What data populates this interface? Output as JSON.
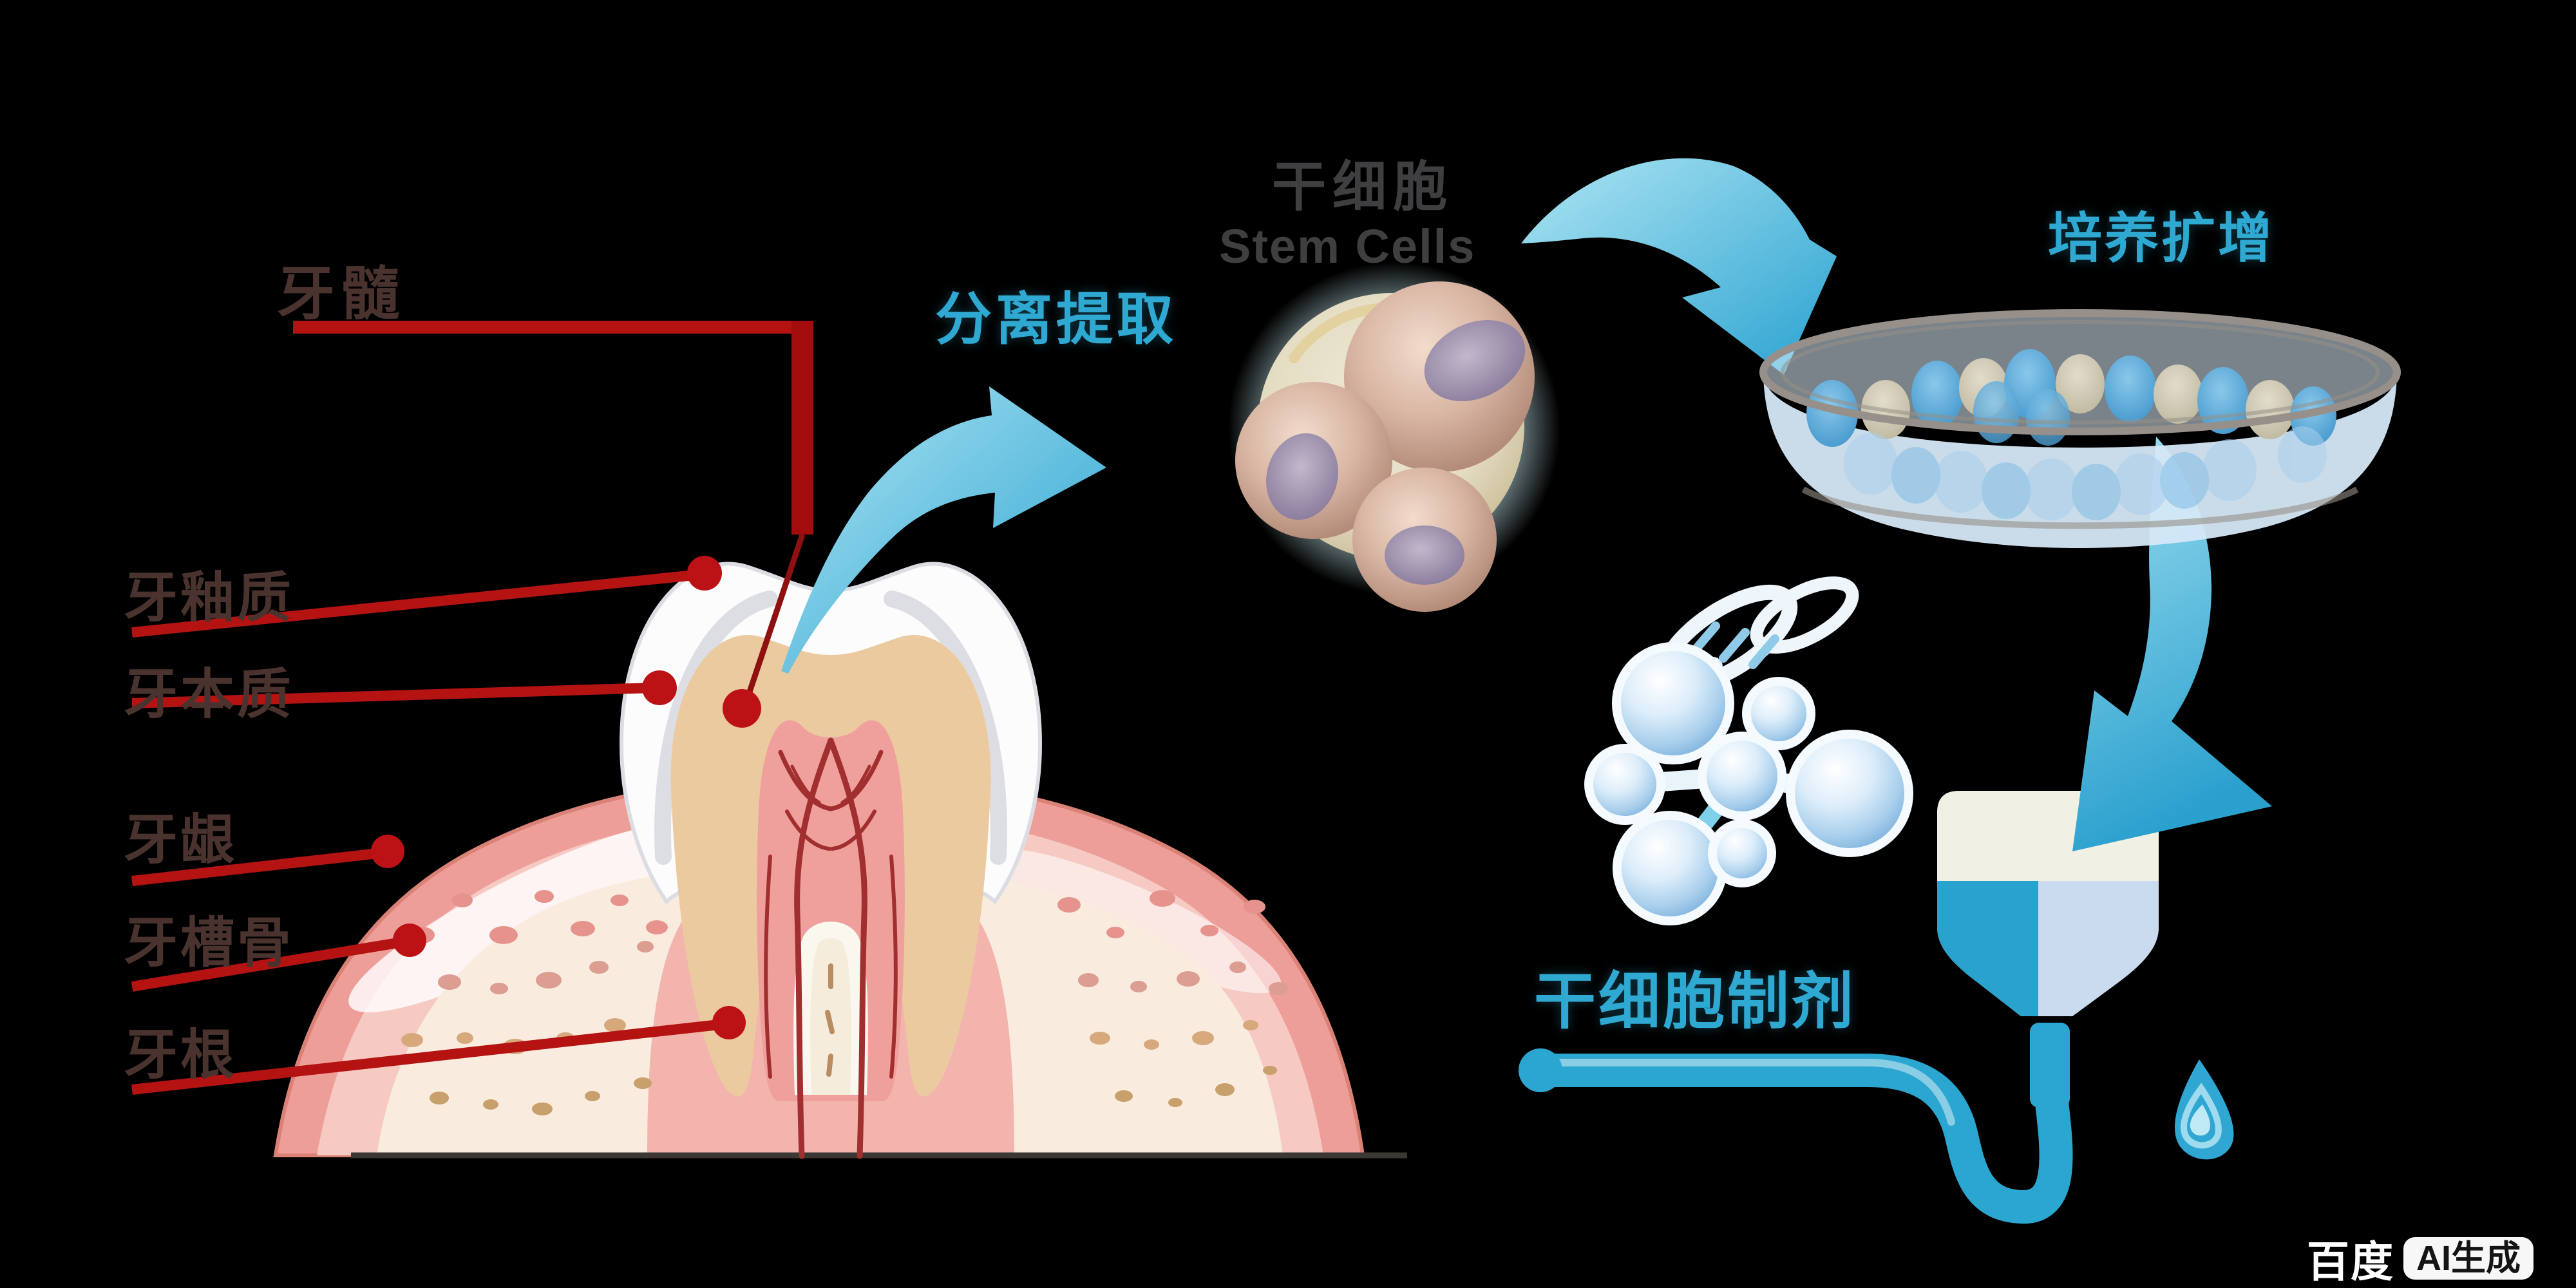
{
  "illustration": {
    "title_context": "dental pulp stem cell therapy process diagram",
    "tooth_labels": [
      {
        "id": "pulp",
        "text": "牙髓"
      },
      {
        "id": "enamel",
        "text": "牙釉质"
      },
      {
        "id": "dentin",
        "text": "牙本质"
      },
      {
        "id": "gingiva",
        "text": "牙龈"
      },
      {
        "id": "alveolar_bone",
        "text": "牙槽骨"
      },
      {
        "id": "root",
        "text": "牙根"
      }
    ],
    "process": {
      "extraction": "分离提取",
      "stem_cells_zh": "干细胞",
      "stem_cells_en": "Stem Cells",
      "culture": "培养扩增",
      "preparation": "干细胞制剂"
    },
    "watermark": {
      "brand": "百度",
      "badge": "AI生成"
    },
    "colors": {
      "background": "#000000",
      "accent_cyan": "#2fa9d2",
      "arrow_light": "#a8e2f1",
      "arrow_deep": "#29a2d0",
      "leader_red": "#b51212",
      "tooth_label_text": "#4a332e",
      "dark_text": "#3f3f41",
      "enamel": "#fcfcfd",
      "dentin": "#ecca9f",
      "pulp": "#ef9f9c",
      "gum": "#ee9e99",
      "gum_inner": "#f6c9c2",
      "bone": "#f9ecdf",
      "cell_body": "#d9b6a4",
      "cell_nucleus": "#8d7f9e",
      "dish_cell_blue": "#57a9d8",
      "dish_cell_beige": "#cfc8b4",
      "bag_liquid_left": "#29a3ce",
      "bag_liquid_right": "#cbdbef",
      "watermark_badge_bg": "#f7f7f7"
    }
  }
}
